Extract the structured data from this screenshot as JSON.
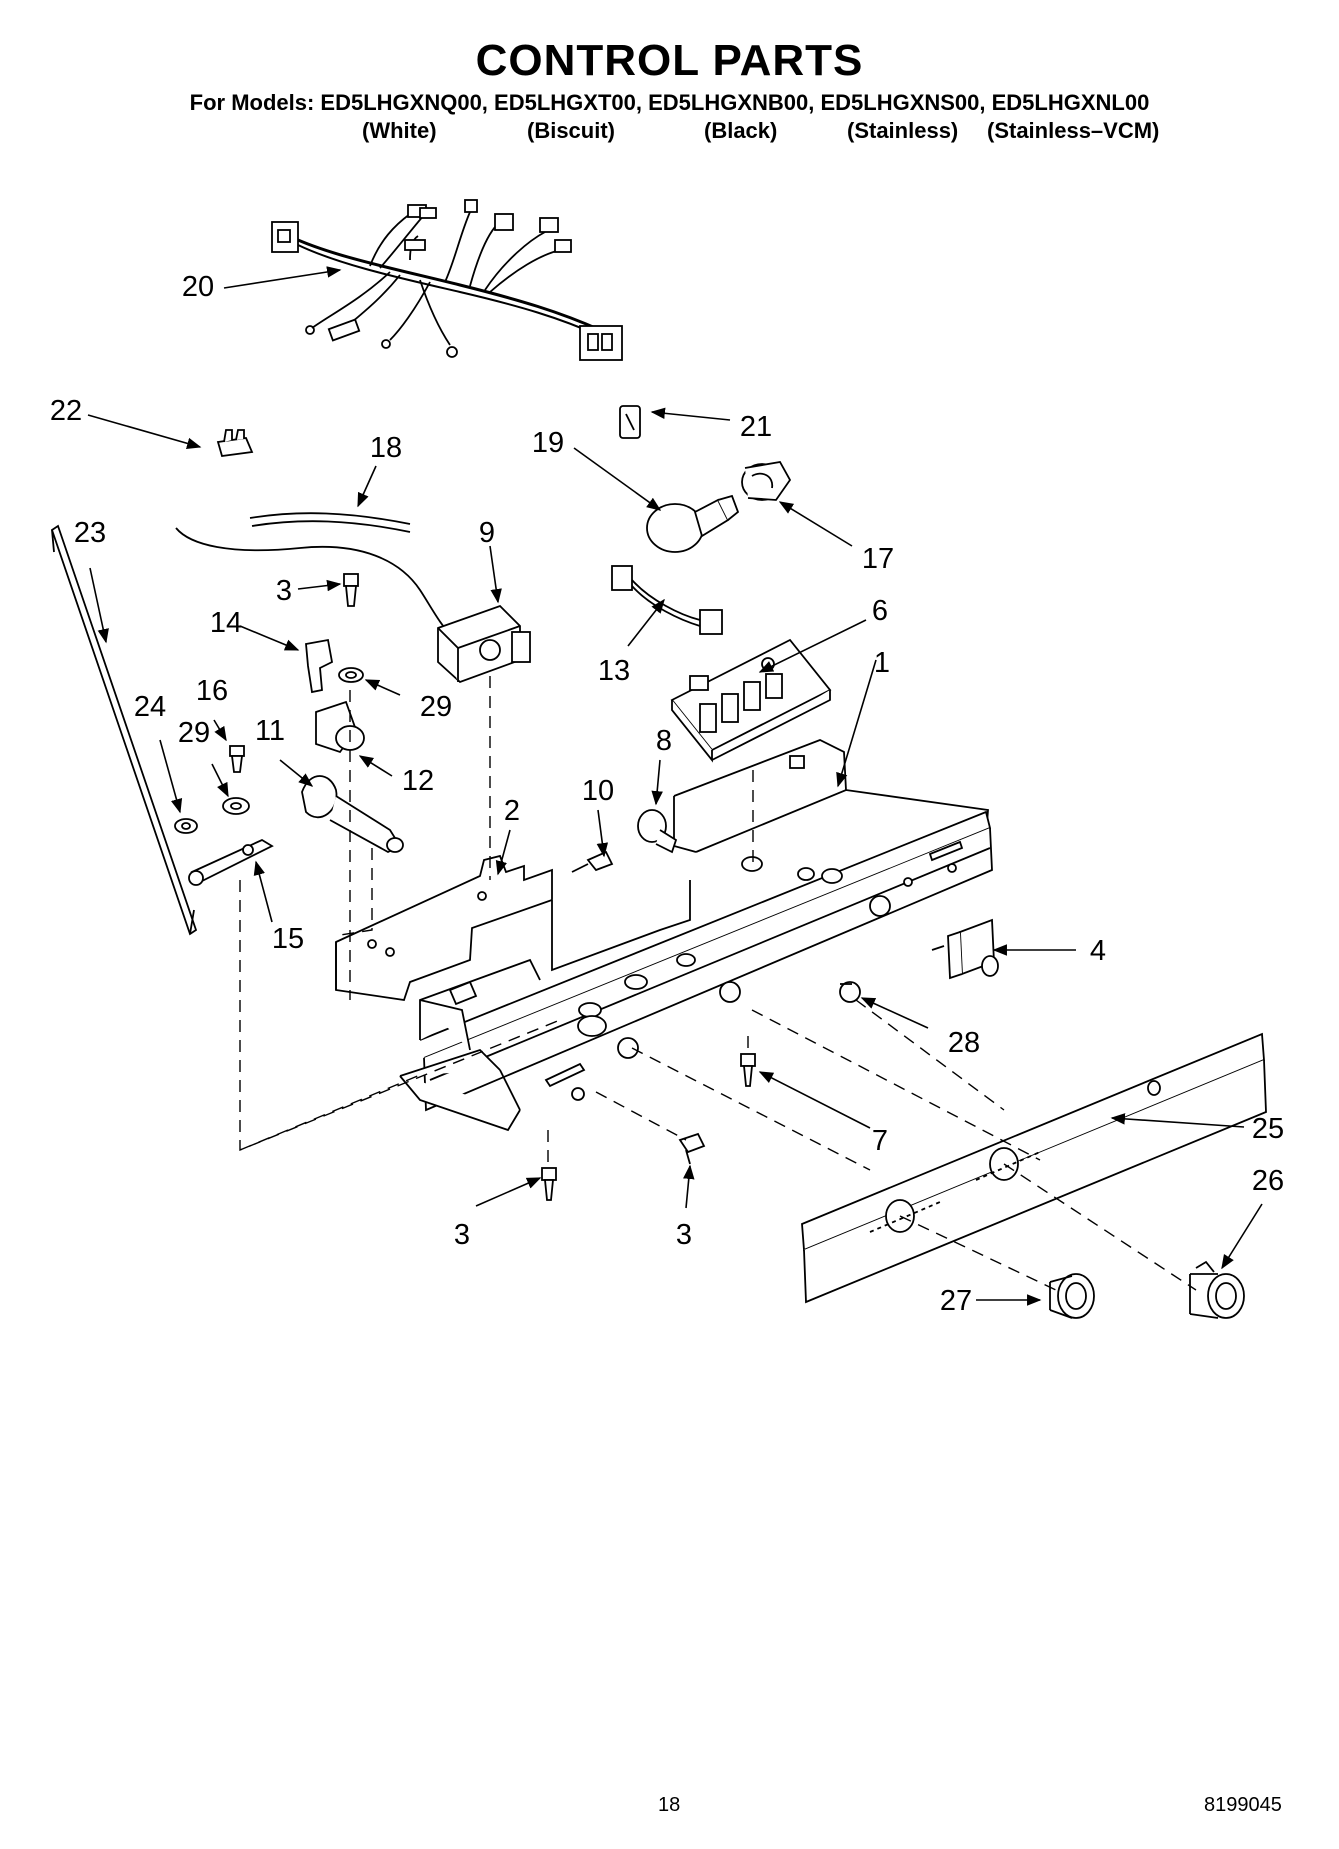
{
  "page": {
    "title": "CONTROL PARTS",
    "models_line": "For Models: ED5LHGXNQ00, ED5LHGXT00, ED5LHGXNB00, ED5LHGXNS00, ED5LHGXNL00",
    "variants": [
      "(White)",
      "(Biscuit)",
      "(Black)",
      "(Stainless)",
      "(Stainless–VCM)"
    ],
    "page_number": "18",
    "document_number": "8199045"
  },
  "callouts": [
    {
      "id": "c20",
      "label": "20"
    },
    {
      "id": "c22",
      "label": "22"
    },
    {
      "id": "c18",
      "label": "18"
    },
    {
      "id": "c21",
      "label": "21"
    },
    {
      "id": "c19",
      "label": "19"
    },
    {
      "id": "c17",
      "label": "17"
    },
    {
      "id": "c23",
      "label": "23"
    },
    {
      "id": "c9",
      "label": "9"
    },
    {
      "id": "c3a",
      "label": "3"
    },
    {
      "id": "c14",
      "label": "14"
    },
    {
      "id": "c29a",
      "label": "29"
    },
    {
      "id": "c13",
      "label": "13"
    },
    {
      "id": "c6",
      "label": "6"
    },
    {
      "id": "c1",
      "label": "1"
    },
    {
      "id": "c24",
      "label": "24"
    },
    {
      "id": "c16",
      "label": "16"
    },
    {
      "id": "c29b",
      "label": "29"
    },
    {
      "id": "c11",
      "label": "11"
    },
    {
      "id": "c12",
      "label": "12"
    },
    {
      "id": "c8",
      "label": "8"
    },
    {
      "id": "c10",
      "label": "10"
    },
    {
      "id": "c2",
      "label": "2"
    },
    {
      "id": "c15",
      "label": "15"
    },
    {
      "id": "c4",
      "label": "4"
    },
    {
      "id": "c28",
      "label": "28"
    },
    {
      "id": "c7",
      "label": "7"
    },
    {
      "id": "c25",
      "label": "25"
    },
    {
      "id": "c26",
      "label": "26"
    },
    {
      "id": "c3b",
      "label": "3"
    },
    {
      "id": "c3c",
      "label": "3"
    },
    {
      "id": "c27",
      "label": "27"
    }
  ]
}
